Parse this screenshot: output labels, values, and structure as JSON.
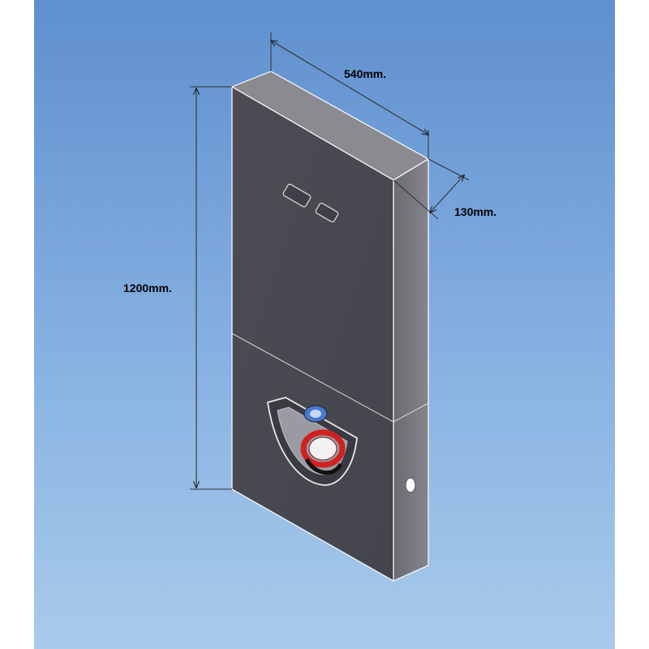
{
  "colors": {
    "background_top": "#5f8fce",
    "background_bottom": "#a9cbea",
    "front_face": "#4a4a52",
    "top_face": "#8a8a90",
    "side_face": "#76767e",
    "edge": "#ffffff",
    "accent_red": "#d02020",
    "accent_blue": "#4a7ad0"
  },
  "dimensions": {
    "width_label": "540mm.",
    "depth_label": "130mm.",
    "height_label": "1200mm."
  },
  "icons": [
    "flush-button-left-icon",
    "flush-button-right-icon",
    "waste-outlet-icon",
    "side-inlet-hole-icon"
  ]
}
